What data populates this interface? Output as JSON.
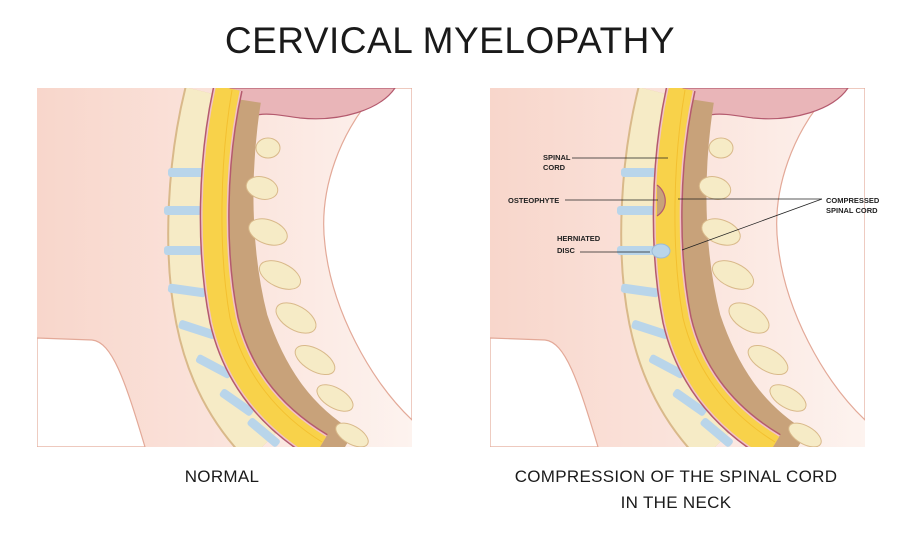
{
  "title": "CERVICAL MYELOPATHY",
  "panels": [
    {
      "caption": "NORMAL"
    },
    {
      "caption_lines": [
        "COMPRESSION OF THE SPINAL CORD",
        "IN THE NECK"
      ]
    }
  ],
  "labels": {
    "spinal_cord": [
      "SPINAL",
      "CORD"
    ],
    "osteophyte": "OSTEOPHYTE",
    "herniated_disc": [
      "HERNIATED",
      "DISC"
    ],
    "compressed_spinal_cord": [
      "COMPRESSED",
      "SPINAL CORD"
    ]
  },
  "colors": {
    "skin": "#f9d8cd",
    "cord": "#f8d24a",
    "vertebra": "#f6ebc6",
    "disc": "#b9d5ea",
    "bone_brown": "#c8a27a",
    "dura": "#b45a6e"
  }
}
